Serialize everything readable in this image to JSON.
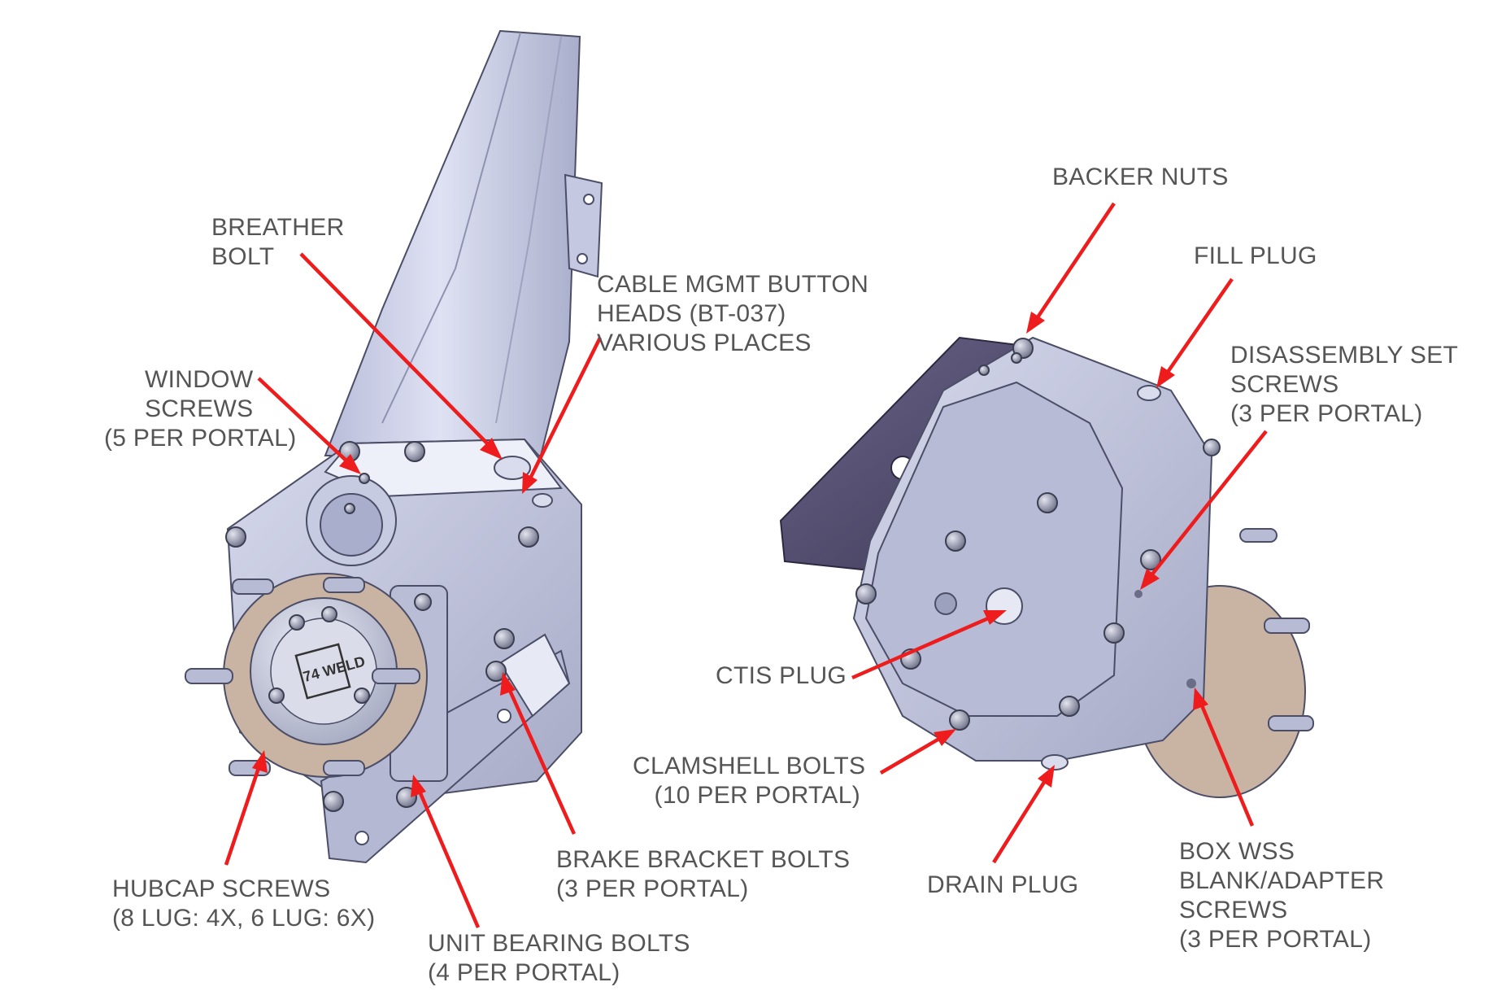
{
  "labels": {
    "breather_bolt": [
      "BREATHER",
      "BOLT"
    ],
    "cable_mgmt": [
      "CABLE MGMT BUTTON",
      "HEADS (BT-037)",
      "VARIOUS PLACES"
    ],
    "window_screws": [
      "WINDOW",
      "SCREWS",
      "(5 PER PORTAL)"
    ],
    "hubcap_screws": [
      "HUBCAP SCREWS",
      "(8 LUG: 4X, 6 LUG: 6X)"
    ],
    "unit_bearing_bolts": [
      "UNIT BEARING BOLTS",
      "(4 PER PORTAL)"
    ],
    "brake_bracket_bolts": [
      "BRAKE BRACKET BOLTS",
      "(3 PER PORTAL)"
    ],
    "backer_nuts": [
      "BACKER NUTS"
    ],
    "fill_plug": [
      "FILL PLUG"
    ],
    "disassembly_set_screws": [
      "DISASSEMBLY SET",
      "SCREWS",
      "(3 PER PORTAL)"
    ],
    "ctis_plug": [
      "CTIS PLUG"
    ],
    "clamshell_bolts": [
      "CLAMSHELL BOLTS",
      "(10 PER PORTAL)"
    ],
    "drain_plug": [
      "DRAIN PLUG"
    ],
    "box_wss": [
      "BOX WSS",
      "BLANK/ADAPTER",
      "SCREWS",
      "(3 PER PORTAL)"
    ]
  },
  "hub_logo": "74 WELD",
  "colors": {
    "arrow": "#ee1c1c",
    "label_text": "#555555",
    "housing": "#c9cde6",
    "flange": "#c2ab99",
    "bracket": "#4d4866"
  }
}
